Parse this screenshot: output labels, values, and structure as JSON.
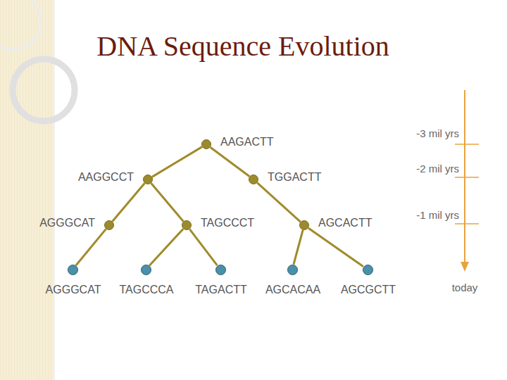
{
  "diagram": {
    "title": "DNA Sequence Evolution",
    "nodes": [
      {
        "text": [
          "AAGACTT"
        ]
      },
      {
        "text": [
          "AAGGCCT"
        ]
      },
      {
        "text": [
          "TGGACTT"
        ]
      },
      {
        "text": [
          "AGGGCAT"
        ]
      },
      {
        "text": [
          "TAGCCCT"
        ]
      },
      {
        "text": [
          "AGCACTT"
        ]
      },
      {
        "text": [
          "AGGGCAT"
        ]
      },
      {
        "text": [
          "TAGCCCA"
        ]
      },
      {
        "text": [
          "TAGACTT"
        ]
      },
      {
        "text": [
          "AGCACAA"
        ]
      },
      {
        "text": [
          "AGCGCTT"
        ]
      }
    ],
    "edges": [
      {
        "from": 0,
        "to": 1,
        "arrow": "none"
      },
      {
        "from": 0,
        "to": 2,
        "arrow": "none"
      },
      {
        "from": 1,
        "to": 3,
        "arrow": "none"
      },
      {
        "from": 1,
        "to": 4,
        "arrow": "none"
      },
      {
        "from": 2,
        "to": 5,
        "arrow": "none"
      },
      {
        "from": 3,
        "to": 6,
        "arrow": "none"
      },
      {
        "from": 4,
        "to": 7,
        "arrow": "none"
      },
      {
        "from": 4,
        "to": 8,
        "arrow": "none"
      },
      {
        "from": 5,
        "to": 9,
        "arrow": "none"
      },
      {
        "from": 5,
        "to": 10,
        "arrow": "none"
      }
    ],
    "labels": [
      "-3 mil yrs",
      "-2 mil yrs",
      "-1 mil yrs",
      "today"
    ]
  }
}
